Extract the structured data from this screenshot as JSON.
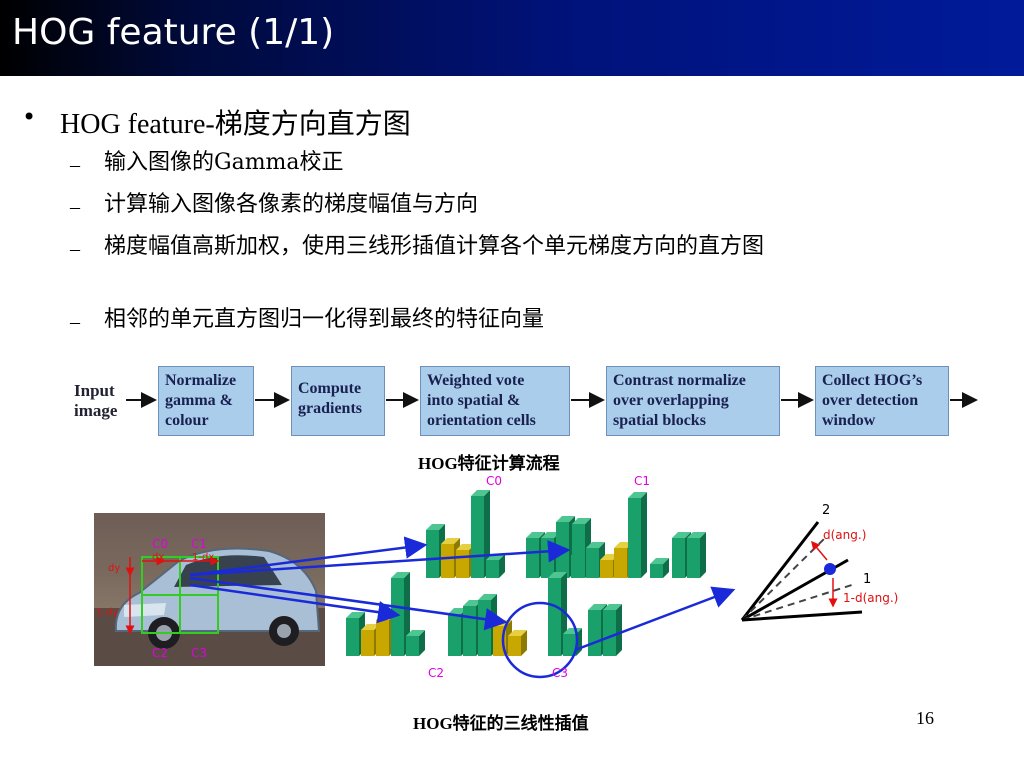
{
  "header": {
    "title": "HOG feature (1/1)"
  },
  "main": {
    "heading": "HOG feature-梯度方向直方图",
    "bullets": [
      "输入图像的Gamma校正",
      "计算输入图像各像素的梯度幅值与方向",
      "梯度幅值高斯加权，使用三线形插值计算各个单元梯度方向的直方图",
      "相邻的单元直方图归一化得到最终的特征向量"
    ]
  },
  "pipeline": {
    "input_lines": [
      "Input",
      "image"
    ],
    "steps": [
      {
        "lines": [
          "Normalize",
          "gamma &",
          "colour"
        ]
      },
      {
        "lines": [
          "Compute",
          "gradients"
        ]
      },
      {
        "lines": [
          "Weighted vote",
          "into spatial &",
          "orientation cells"
        ]
      },
      {
        "lines": [
          "Contrast normalize",
          "over overlapping",
          "spatial blocks"
        ]
      },
      {
        "lines": [
          "Collect HOG’s",
          "over detection",
          "window"
        ]
      }
    ],
    "caption": "HOG特征计算流程"
  },
  "interp_figure": {
    "photo_labels": [
      "C0",
      "C1",
      "C2",
      "C3",
      "dx",
      "1-dx",
      "dy",
      "1-dy"
    ],
    "hist_labels": [
      "C0",
      "C1",
      "C2",
      "C3"
    ],
    "angle_labels": [
      "2",
      "1",
      "d(ang.)",
      "1-d(ang.)"
    ],
    "caption": "HOG特征的三线性插值"
  },
  "footer": {
    "page_number": "16"
  },
  "colors": {
    "title_bar": "#001a9a",
    "box_fill": "#a9cdeb",
    "bar_green": "#1aa06a",
    "bar_yellow": "#c8a800",
    "arrow_blue": "#1a2ad8",
    "label_magenta": "#e000e0",
    "grid_green": "#33cc22"
  }
}
